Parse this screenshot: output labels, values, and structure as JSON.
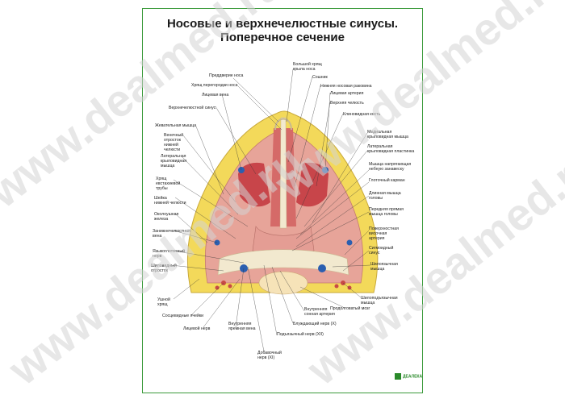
{
  "title": {
    "line1": "Носовые и верхнечелюстные синусы.",
    "line2": "Поперечное сечение"
  },
  "labels_left": [
    "Преддверие носа",
    "Хрящ перегородки носа",
    "Лицевая вена",
    "Верхнечелюстной синус",
    "Жевательная мышца",
    "Венечный",
    "отросток",
    "нижней",
    "челюсти",
    "Латеральная",
    "крыловидная",
    "мышца",
    "Хрящ",
    "евстахиевой",
    "трубы",
    "Шейка",
    "нижней челюсти",
    "Околоушная",
    "железа",
    "Занижнечелюстная",
    "вена",
    "Языкоглоточный",
    "нерв",
    "Шиловидный",
    "отросток",
    "Ушной",
    "хрящ",
    "Сосцевидные ячейки",
    "Лицевой нерв"
  ],
  "labels_right": [
    "Большой хрящ",
    "крыла носа",
    "Сошник",
    "Нижняя носовая раковина",
    "Лицевая артерия",
    "Верхняя челюсть",
    "Клиновидная кость",
    "Медиальная",
    "крыловидная мышца",
    "Латеральная",
    "крыловидная пластинка",
    "Мышца напрягающая",
    "небную занавеску",
    "Глоточный карман",
    "Длинная мышца",
    "головы",
    "Передняя прямая",
    "мышца головы",
    "Поверхностная",
    "височная",
    "артерия",
    "Сигмоидный",
    "синус",
    "Шилоязычная",
    "мышца",
    "Шилоподъязычная",
    "мышца",
    "Продолговатый мозг"
  ],
  "labels_bottom": [
    "Внутренняя",
    "сонная артерия",
    "Блуждающий нерв (X)",
    "Подъязычный нерв (XII)",
    "Внутренняя",
    "яремная вена",
    "Добавочный",
    "нерв (XI)"
  ],
  "logo": "ДЕАЛЕКА",
  "watermark": "www.dealmed.ru",
  "colors": {
    "frame": "#3a9a3a",
    "fat": "#f3d95a",
    "muscle": "#d98a80",
    "cavity": "#c8454a",
    "bone": "#f2e9cf",
    "vein": "#2b5fb0"
  }
}
